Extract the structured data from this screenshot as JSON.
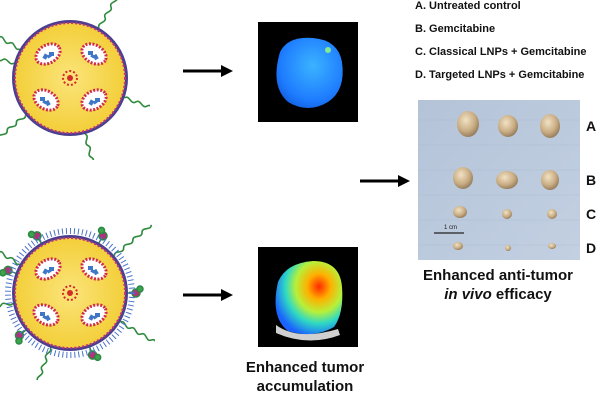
{
  "legend": {
    "a": "A. Untreated control",
    "b": "B. Gemcitabine",
    "c": "C. Classical LNPs + Gemcitabine",
    "d": "D. Targeted LNPs + Gemcitabine"
  },
  "rows": [
    "A",
    "B",
    "C",
    "D"
  ],
  "scale_label": "1 cm",
  "captions": {
    "tumor_accumulation_1": "Enhanced tumor",
    "tumor_accumulation_2": "accumulation",
    "anti_tumor_1": "Enhanced anti-tumor",
    "anti_tumor_2_italic": "in vivo",
    "anti_tumor_2_rest": " efficacy"
  },
  "colors": {
    "lnp_core": "#f7d84c",
    "lnp_shell": "#4a3f8f",
    "peg_chain": "#2e8b3d",
    "blue_signal": "#1e88ff",
    "heat_signal": "#ff4422",
    "tray_background": "#b9c8dc"
  }
}
